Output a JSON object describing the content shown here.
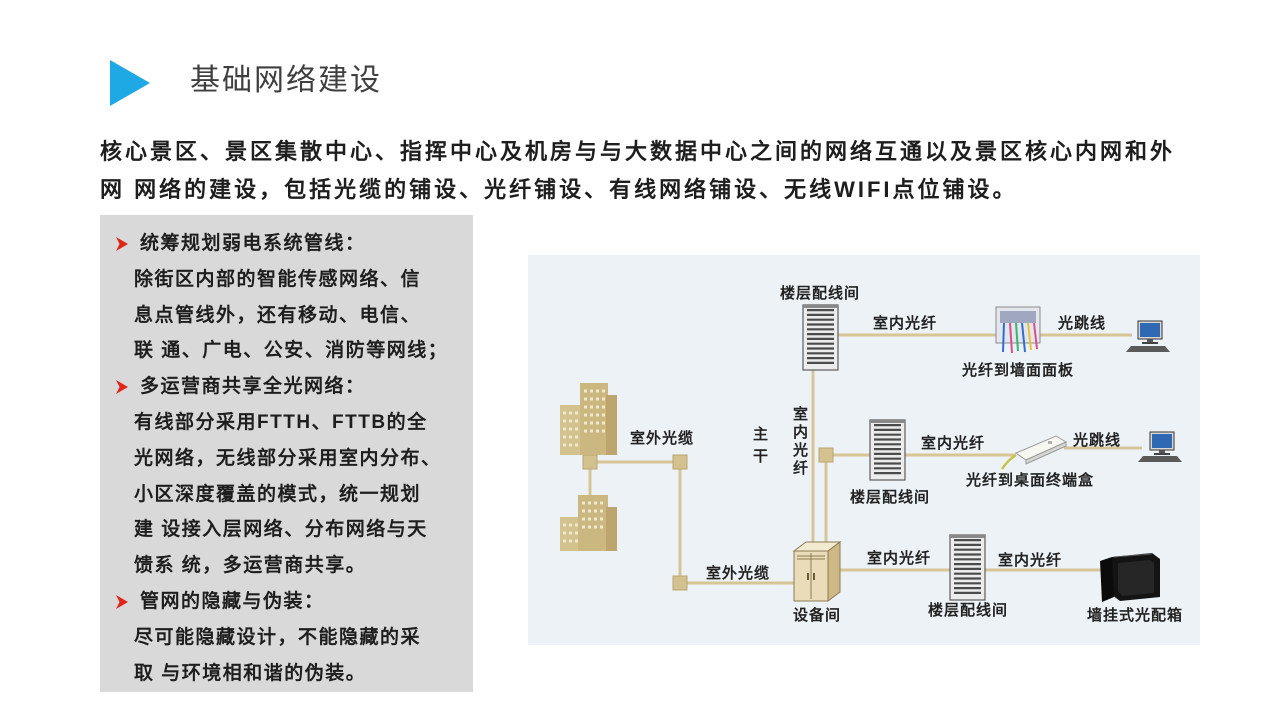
{
  "slide": {
    "title": "基础网络建设",
    "title_marker_icon": "play-triangle-icon",
    "intro_lines": [
      "核心景区、景区集散中心、指挥中心及机房与与大数据中心之间的网络互通以及景区核心内网和外",
      "网 网络的建设，包括光缆的铺设、光纤铺设、有线网络铺设、无线WIFI点位铺设。"
    ]
  },
  "panel": {
    "bullet_icon": "arrow-bullet-icon",
    "points": [
      {
        "heading": "统筹规划弱电系统管线：",
        "lines": [
          "除街区内部的智能传感网络、信",
          "息点管线外，还有移动、电信、",
          "联 通、广电、公安、消防等网线；"
        ]
      },
      {
        "heading": "多运营商共享全光网络：",
        "lines": [
          "有线部分采用FTTH、FTTB的全",
          "光网络，无线部分采用室内分布、",
          "小区深度覆盖的模式，统一规划",
          "建 设接入层网络、分布网络与天",
          "馈系 统，多运营商共享。"
        ]
      },
      {
        "heading": "管网的隐藏与伪装：",
        "lines": [
          "尽可能隐藏设计，不能隐藏的采",
          "取 与环境相和谐的伪装。"
        ]
      }
    ]
  },
  "diagram": {
    "labels": {
      "floor_room_top": "楼层配线间",
      "indoor_fiber_top": "室内光纤",
      "patch_top": "光跳线",
      "wall_panel": "光纤到墙面面板",
      "outdoor_cable_top": "室外光缆",
      "trunk": "主干",
      "indoor_fiber_vertical": "室内光纤",
      "indoor_fiber_mid": "室内光纤",
      "patch_mid": "光跳线",
      "desktop_box": "光纤到桌面终端盒",
      "floor_room_mid": "楼层配线间",
      "outdoor_cable_bottom": "室外光缆",
      "indoor_fiber_bottom_left": "室内光纤",
      "indoor_fiber_bottom_right": "室内光纤",
      "equipment_room": "设备间",
      "floor_room_bottom": "楼层配线间",
      "wall_box": "墙挂式光配箱"
    },
    "icons": {
      "building": "building-icon",
      "floor_rack": "rack-icon",
      "equipment_cabinet": "cabinet-icon",
      "wall_panel": "wall-panel-icon",
      "terminal_box": "terminal-box-icon",
      "computer": "computer-icon",
      "wall_box": "fiber-box-icon"
    }
  },
  "colors": {
    "accent": "#1ea9e4",
    "bullet": "#e0251b",
    "panel_bg": "#d9d9d9",
    "diagram_bg": "#edf2f6",
    "fiber": "#d6c697",
    "text": "#1e1e1e"
  }
}
